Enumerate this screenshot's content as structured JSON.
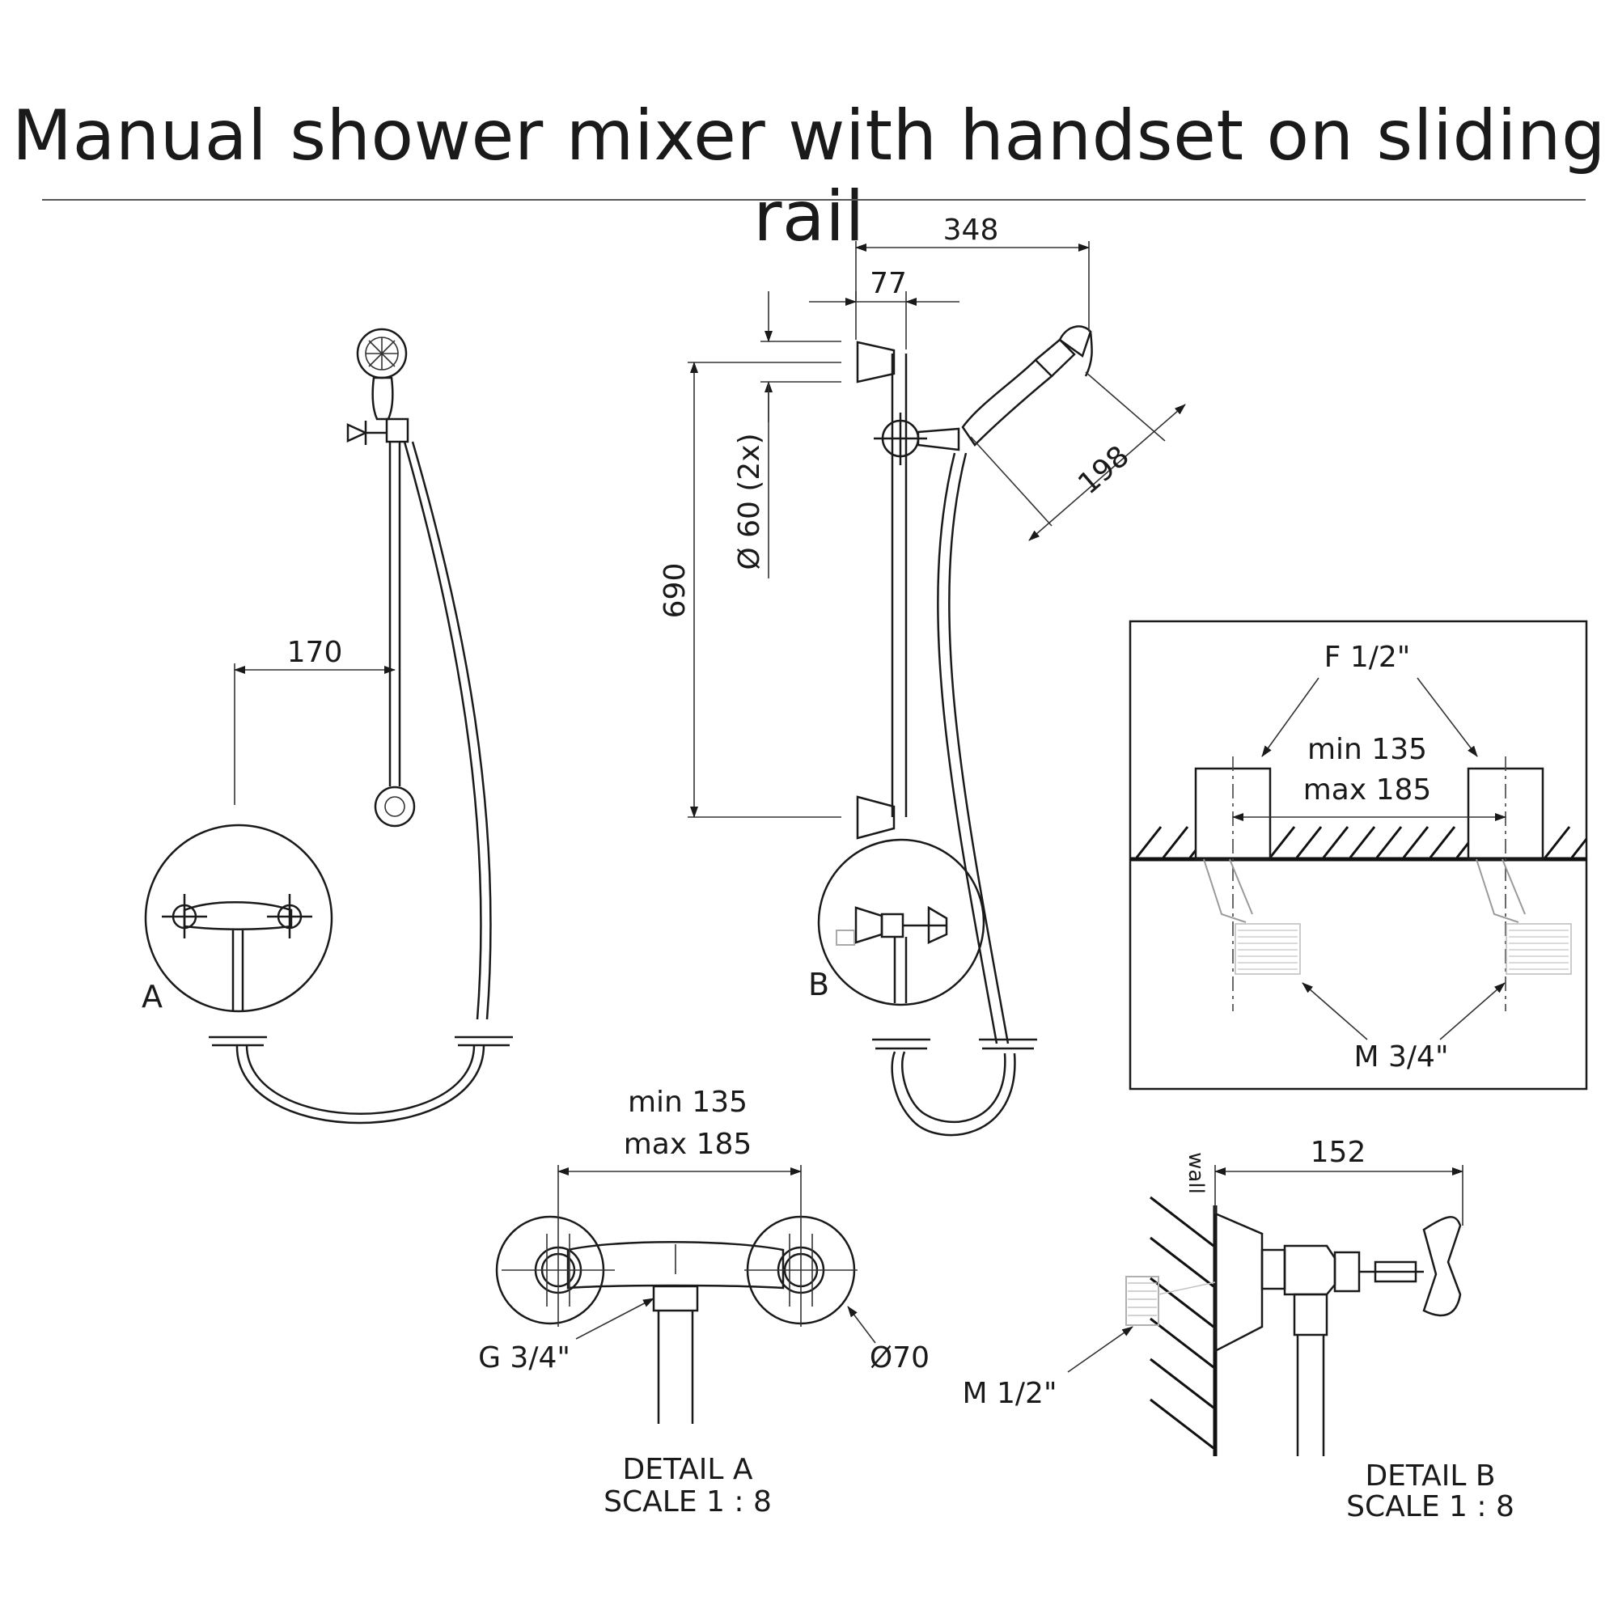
{
  "title": "Manual shower mixer with handset on sliding rail",
  "dimensions": {
    "d348": "348",
    "d77": "77",
    "d198": "198",
    "d690": "690",
    "d60": "Ø 60 (2x)",
    "d170": "170",
    "detail_a_span_min": "min 135",
    "detail_a_span_max": "max 185",
    "inset_span_min": "min 135",
    "inset_span_max": "max 185",
    "d152": "152",
    "d70": "Ø70"
  },
  "labels": {
    "view_a": "A",
    "view_b": "B",
    "f_half": "F 1/2\"",
    "m_three_quarter": "M 3/4\"",
    "g_three_quarter": "G 3/4\"",
    "m_half": "M 1/2\"",
    "wall": "wall",
    "detail_a_line1": "DETAIL A",
    "detail_a_line2": "SCALE 1 : 8",
    "detail_b_line1": "DETAIL B",
    "detail_b_line2": "SCALE 1 : 8"
  }
}
